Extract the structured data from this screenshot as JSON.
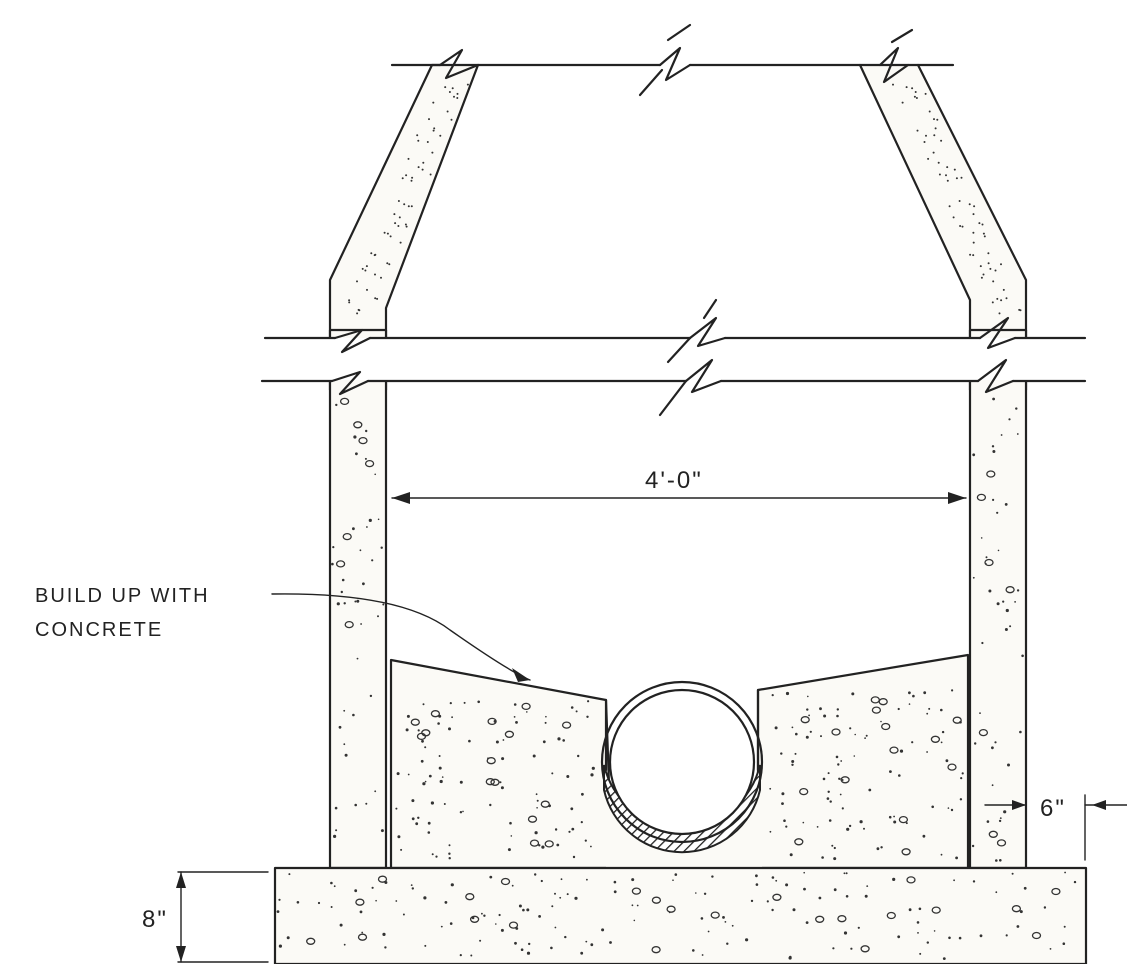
{
  "drawing": {
    "dimension_width": "4'-0\"",
    "dimension_wall": "6\"",
    "dimension_base": "8\"",
    "callout_line1": "BUILD UP WITH",
    "callout_line2": "CONCRETE"
  },
  "colors": {
    "line": "#222222",
    "background": "#ffffff",
    "concrete_fill": "#fbfaf6"
  }
}
